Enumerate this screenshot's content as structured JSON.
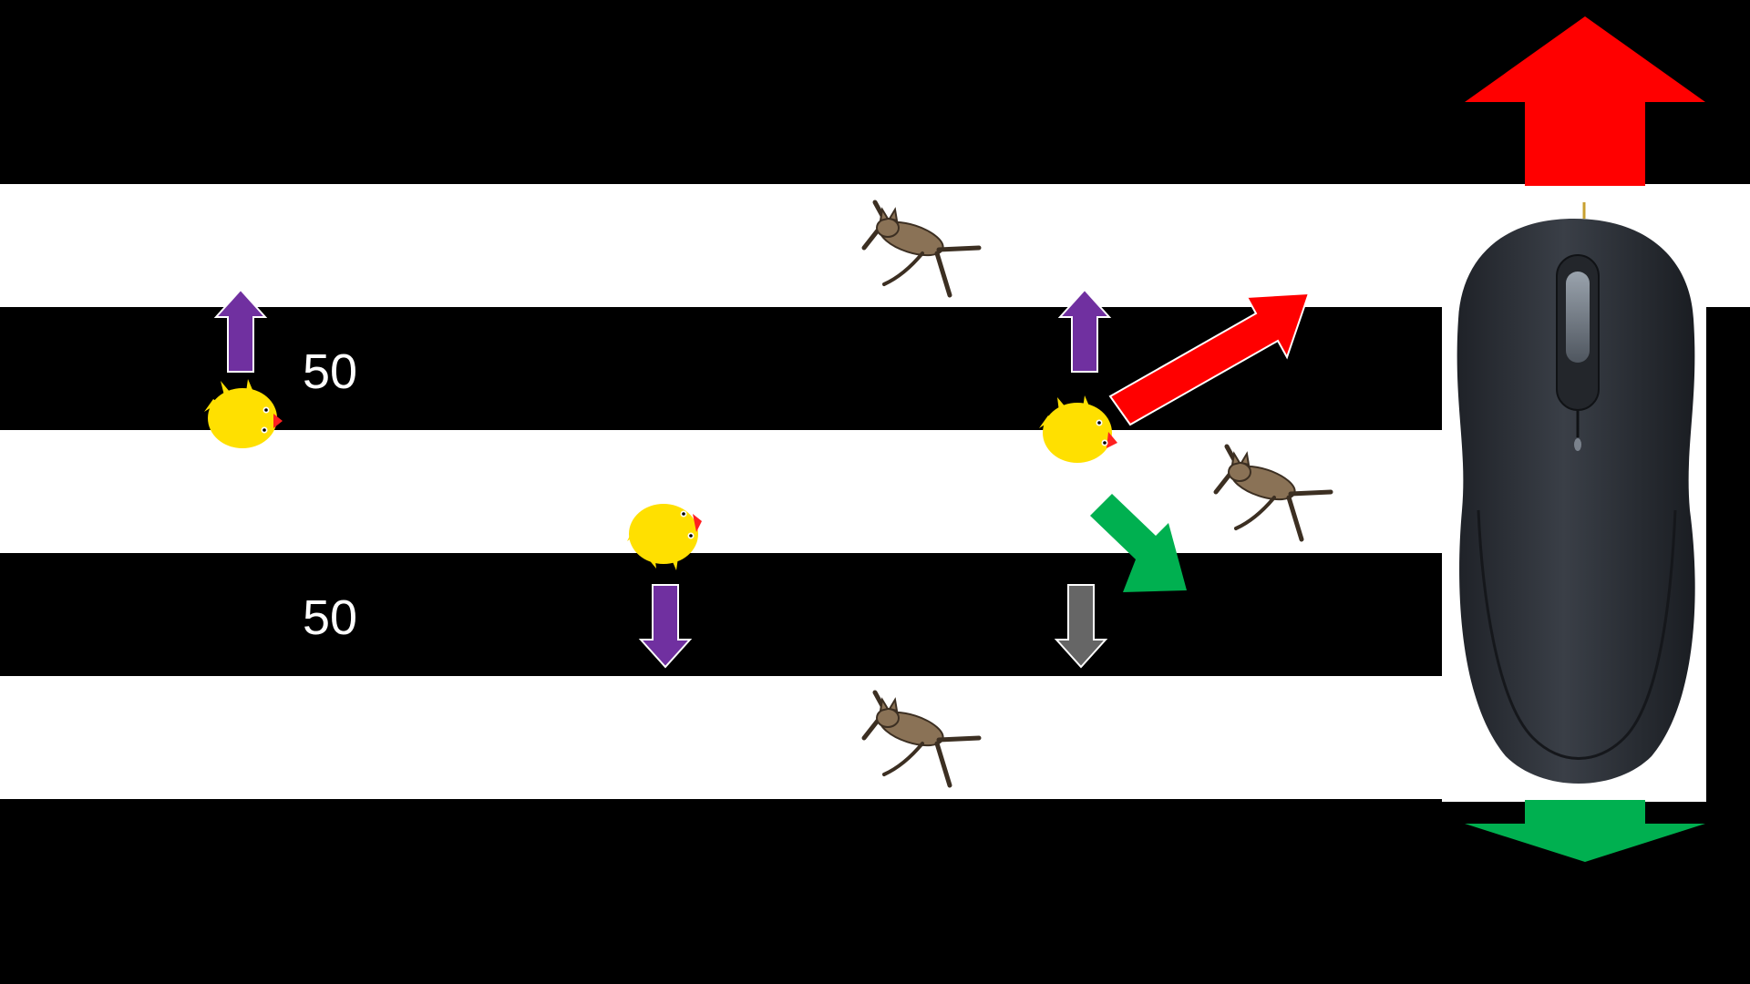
{
  "game": {
    "board": {
      "colors": {
        "dark_lane": "#000000",
        "light_lane": "#ffffff"
      }
    },
    "scores": [
      {
        "value": "50"
      },
      {
        "value": "50"
      }
    ],
    "sprites": {
      "chicks": [
        {
          "icon": "chick-icon",
          "facing": "right"
        },
        {
          "icon": "chick-icon",
          "facing": "right"
        },
        {
          "icon": "chick-icon",
          "facing": "right"
        }
      ],
      "cats": [
        {
          "icon": "leaping-cat-icon"
        },
        {
          "icon": "leaping-cat-icon"
        },
        {
          "icon": "leaping-cat-icon"
        }
      ]
    },
    "cue_arrows": {
      "colors": {
        "purple": "#7030a0",
        "gray": "#666666",
        "red": "#ff0000",
        "green": "#00b050"
      },
      "items": [
        {
          "icon": "up-arrow-icon",
          "color": "purple"
        },
        {
          "icon": "up-arrow-icon",
          "color": "purple"
        },
        {
          "icon": "down-arrow-icon",
          "color": "purple"
        },
        {
          "icon": "down-arrow-icon",
          "color": "gray"
        },
        {
          "icon": "diagonal-up-right-arrow-icon",
          "color": "red"
        },
        {
          "icon": "diagonal-down-right-arrow-icon",
          "color": "green"
        }
      ]
    },
    "controller": {
      "icon": "computer-mouse-icon",
      "up_arrow_color": "#ff0000",
      "down_arrow_color": "#00b050"
    }
  }
}
